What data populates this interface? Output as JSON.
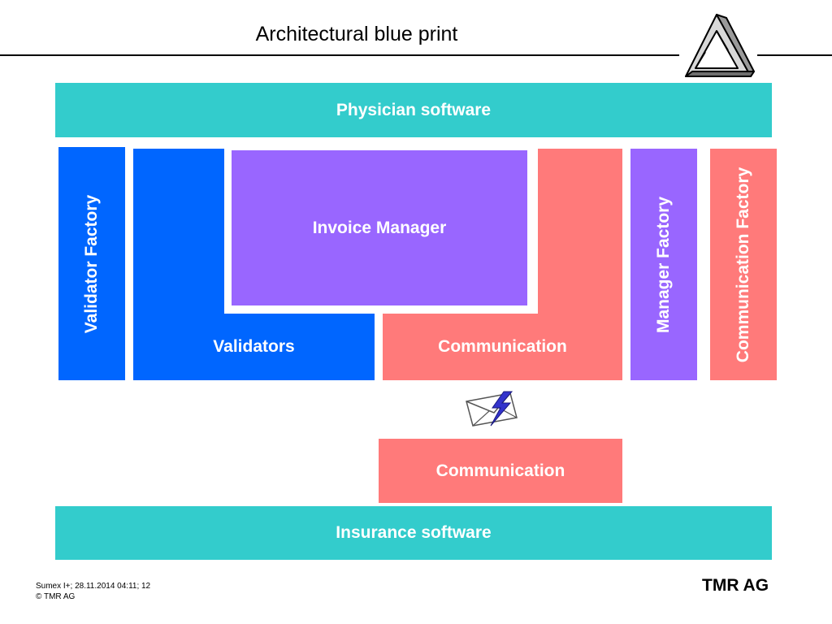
{
  "title": "Architectural blue print",
  "boxes": {
    "physician": "Physician software",
    "validator_factory": "Validator Factory",
    "validators": "Validators",
    "invoice_manager": "Invoice Manager",
    "communication_upper": "Communication",
    "manager_factory": "Manager Factory",
    "communication_factory": "Communication Factory",
    "communication_lower": "Communication",
    "insurance": "Insurance software"
  },
  "footer": {
    "line1": "Sumex I+; 28.11.2014 04:11; 12",
    "line2": "© TMR AG",
    "brand": "TMR AG"
  },
  "colors": {
    "teal": "#33cccc",
    "blue": "#0066ff",
    "purple": "#9966ff",
    "pink": "#ff7a7a"
  },
  "icons": {
    "logo": "impossible-triangle-icon",
    "message": "envelope-lightning-icon"
  }
}
